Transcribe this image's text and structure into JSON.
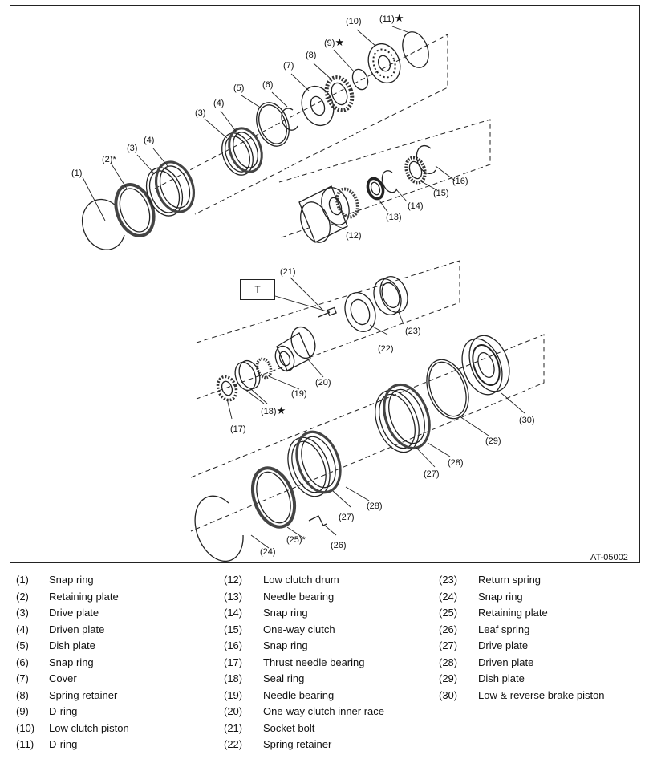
{
  "figure_id": "AT-05002",
  "torque_box": "T",
  "callouts": {
    "c1": "(1)",
    "c2": "(2)",
    "c3a": "(3)",
    "c3b": "(3)",
    "c4a": "(4)",
    "c4b": "(4)",
    "c5": "(5)",
    "c6": "(6)",
    "c7": "(7)",
    "c8": "(8)",
    "c9": "(9)",
    "c10": "(10)",
    "c11": "(11)",
    "c12": "(12)",
    "c13": "(13)",
    "c14": "(14)",
    "c15": "(15)",
    "c16": "(16)",
    "c17": "(17)",
    "c18": "(18)",
    "c19": "(19)",
    "c20": "(20)",
    "c21": "(21)",
    "c22": "(22)",
    "c23": "(23)",
    "c24": "(24)",
    "c25": "(25)",
    "c26": "(26)",
    "c27a": "(27)",
    "c27b": "(27)",
    "c28a": "(28)",
    "c28b": "(28)",
    "c29": "(29)",
    "c30": "(30)"
  },
  "marks": {
    "star": "★",
    "asterisk": "*"
  },
  "legend": [
    {
      "num": "(1)",
      "label": "Snap ring"
    },
    {
      "num": "(2)",
      "label": "Retaining plate"
    },
    {
      "num": "(3)",
      "label": "Drive plate"
    },
    {
      "num": "(4)",
      "label": "Driven plate"
    },
    {
      "num": "(5)",
      "label": "Dish plate"
    },
    {
      "num": "(6)",
      "label": "Snap ring"
    },
    {
      "num": "(7)",
      "label": "Cover"
    },
    {
      "num": "(8)",
      "label": "Spring retainer"
    },
    {
      "num": "(9)",
      "label": "D-ring"
    },
    {
      "num": "(10)",
      "label": "Low clutch piston"
    },
    {
      "num": "(11)",
      "label": "D-ring"
    },
    {
      "num": "(12)",
      "label": "Low clutch drum"
    },
    {
      "num": "(13)",
      "label": "Needle bearing"
    },
    {
      "num": "(14)",
      "label": "Snap ring"
    },
    {
      "num": "(15)",
      "label": "One-way clutch"
    },
    {
      "num": "(16)",
      "label": "Snap ring"
    },
    {
      "num": "(17)",
      "label": "Thrust needle bearing"
    },
    {
      "num": "(18)",
      "label": "Seal ring"
    },
    {
      "num": "(19)",
      "label": "Needle bearing"
    },
    {
      "num": "(20)",
      "label": "One-way clutch inner race"
    },
    {
      "num": "(21)",
      "label": "Socket bolt"
    },
    {
      "num": "(22)",
      "label": "Spring retainer"
    },
    {
      "num": "(23)",
      "label": "Return spring"
    },
    {
      "num": "(24)",
      "label": "Snap ring"
    },
    {
      "num": "(25)",
      "label": "Retaining plate"
    },
    {
      "num": "(26)",
      "label": "Leaf spring"
    },
    {
      "num": "(27)",
      "label": "Drive plate"
    },
    {
      "num": "(28)",
      "label": "Driven plate"
    },
    {
      "num": "(29)",
      "label": "Dish plate"
    },
    {
      "num": "(30)",
      "label": "Low & reverse brake piston"
    }
  ],
  "colors": {
    "line": "#222222",
    "background": "#ffffff"
  }
}
